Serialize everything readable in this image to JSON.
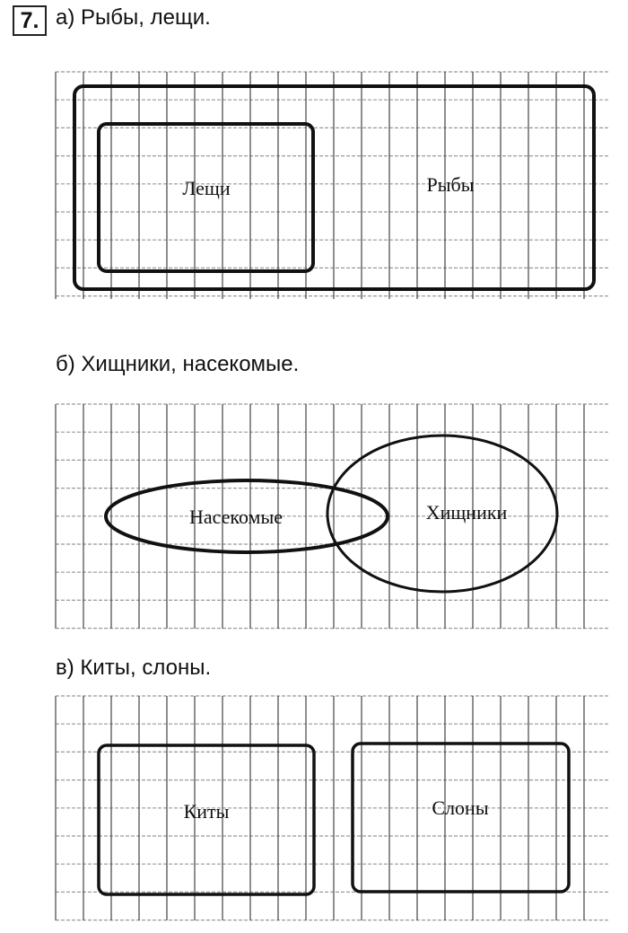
{
  "task_number": "7.",
  "parts": [
    {
      "caption": "а) Рыбы, лещи.",
      "labels": [
        "Лещи",
        "Рыбы"
      ]
    },
    {
      "caption": "б) Хищники, насекомые.",
      "labels": [
        "Насекомые",
        "Хищники"
      ]
    },
    {
      "caption": "в) Киты, слоны.",
      "labels": [
        "Киты",
        "Слоны"
      ]
    }
  ]
}
